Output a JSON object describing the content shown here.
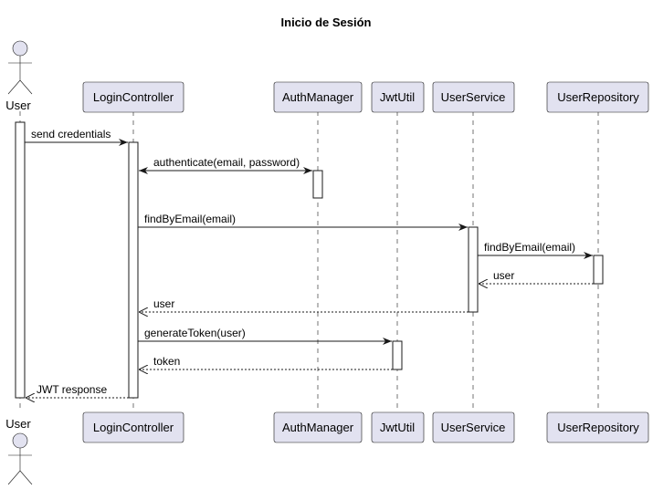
{
  "title": "Inicio de Sesión",
  "participants": {
    "user": "User",
    "login_controller": "LoginController",
    "auth_manager": "AuthManager",
    "jwt_util": "JwtUtil",
    "user_service": "UserService",
    "user_repository": "UserRepository"
  },
  "messages": {
    "send_credentials": "send credentials",
    "authenticate": "authenticate(email, password)",
    "find_by_email_1": "findByEmail(email)",
    "find_by_email_2": "findByEmail(email)",
    "user_return_repo": "user",
    "user_return_service": "user",
    "generate_token": "generateToken(user)",
    "token_return": "token",
    "jwt_response": "JWT response"
  },
  "colors": {
    "participant_fill": "#e2e2f0",
    "line": "#181818",
    "activation_fill": "#ffffff"
  }
}
